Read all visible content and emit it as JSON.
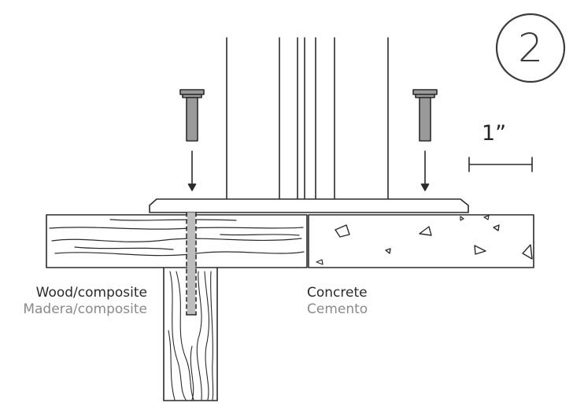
{
  "step": {
    "number": "2"
  },
  "scale": {
    "label": "1”"
  },
  "labels": {
    "wood": {
      "english": "Wood/composite",
      "spanish": "Madera/composite"
    },
    "concrete": {
      "english": "Concrete",
      "spanish": "Cemento"
    }
  },
  "colors": {
    "line": "#2b2b2b",
    "bolt_fill": "#9a9a9a",
    "grey_text": "#8a8a8a"
  },
  "icons": [
    "step-badge-icon",
    "bolt-icon",
    "arrow-down-icon",
    "scale-bar-icon"
  ]
}
